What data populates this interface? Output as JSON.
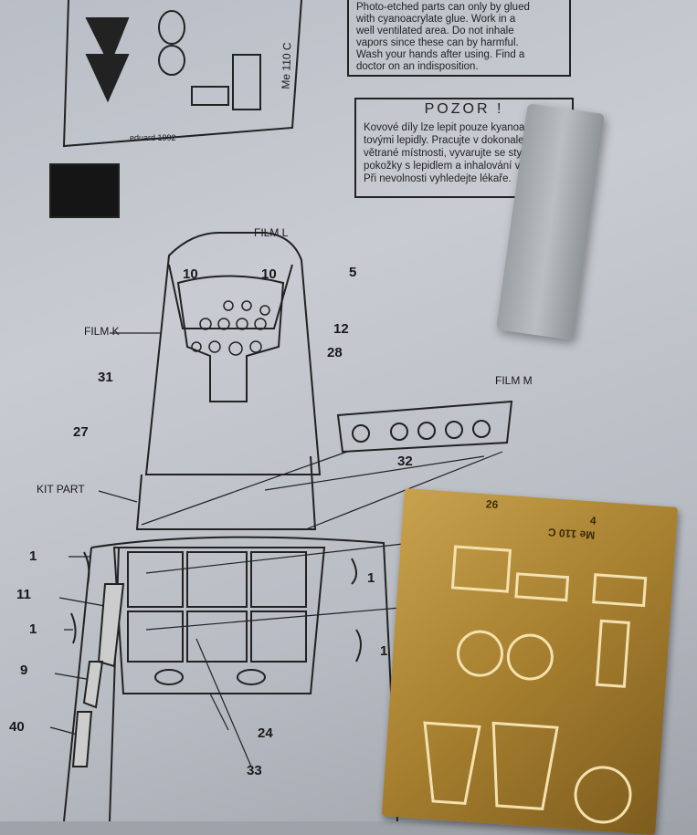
{
  "warning_en": {
    "lines": [
      "Photo-etched parts can only by glued",
      "with cyanoacrylate glue. Work in a",
      "well ventilated area. Do not inhale",
      "vapors since these can by harmful.",
      "Wash your hands after using. Find a",
      "doctor on an indisposition."
    ]
  },
  "warning_cz": {
    "title": "POZOR !",
    "lines": [
      "Kovové díly lze lepit pouze kyanoakry",
      "tovými lepidly. Pracujte v dokonale",
      "větrané místnosti, vyvarujte se styku",
      "pokožky s lepidlem a inhalování vý",
      "Při nevolnosti vyhledejte lékaře."
    ]
  },
  "fret_diagram": {
    "model": "Me 110 C",
    "maker": "eduard 1992"
  },
  "callouts": {
    "film_l": "FILM L",
    "five": "5",
    "ten_left": "10",
    "ten_right": "10",
    "film_k": "FILM K",
    "twelve": "12",
    "twentyeight": "28",
    "thirtyone": "31",
    "twentyseven": "27",
    "film_m": "FILM M",
    "thirtytwo": "32",
    "kit_part": "KIT PART",
    "one_a": "1",
    "eleven": "11",
    "one_b": "1",
    "nine": "9",
    "forty": "40",
    "one_c": "1",
    "one_d": "1",
    "twentyfour": "24",
    "thirtythree": "33"
  },
  "brass_fret": {
    "model": "Me 110 C",
    "part_26": "26",
    "part_4": "4"
  }
}
